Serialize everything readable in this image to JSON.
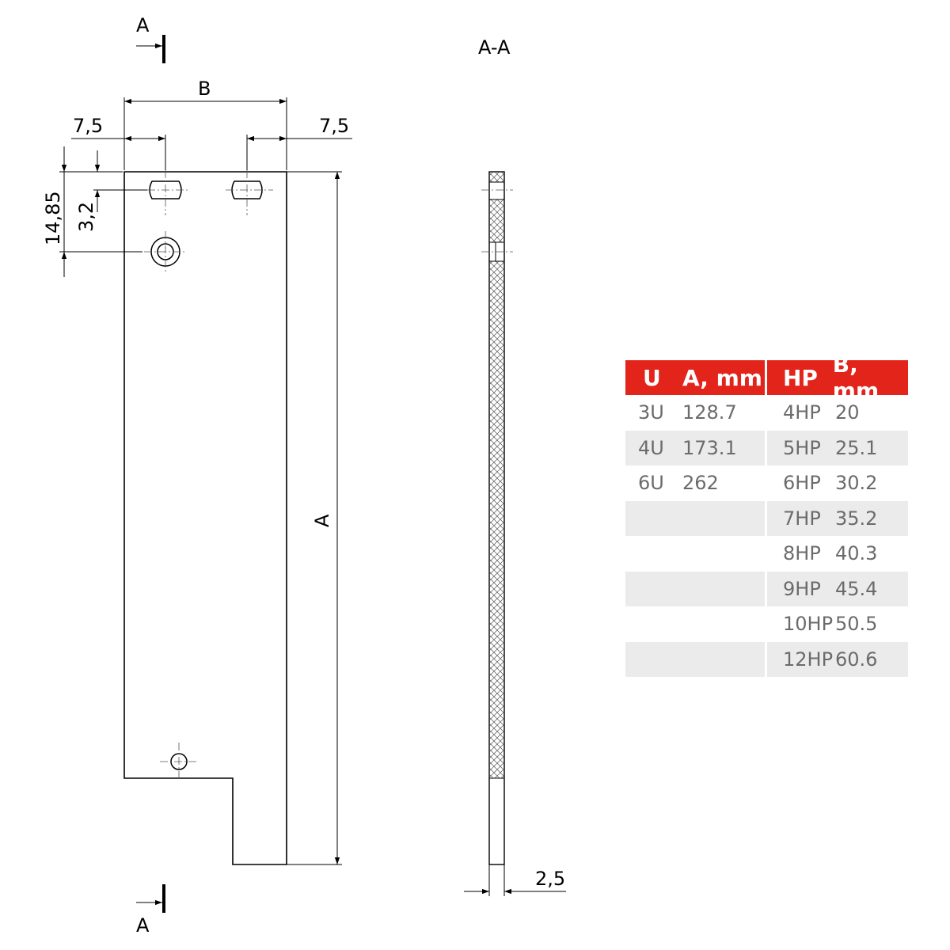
{
  "section": {
    "view_title": "A-A",
    "marker_top": "A",
    "marker_bottom": "A"
  },
  "dimensions": {
    "width_label": "B",
    "height_label": "A",
    "left_offset": "7,5",
    "right_offset": "7,5",
    "hole_distance": "14,85",
    "slot_offset": "3,2",
    "thickness": "2,5"
  },
  "table": {
    "headers": {
      "u": "U",
      "a": "A, mm",
      "hp": "HP",
      "b": "B, mm"
    },
    "rows": [
      {
        "u": "3U",
        "a": "128.7",
        "hp": "4HP",
        "b": "20"
      },
      {
        "u": "4U",
        "a": "173.1",
        "hp": "5HP",
        "b": "25.1"
      },
      {
        "u": "6U",
        "a": "262",
        "hp": "6HP",
        "b": "30.2"
      },
      {
        "u": "",
        "a": "",
        "hp": "7HP",
        "b": "35.2"
      },
      {
        "u": "",
        "a": "",
        "hp": "8HP",
        "b": "40.3"
      },
      {
        "u": "",
        "a": "",
        "hp": "9HP",
        "b": "45.4"
      },
      {
        "u": "",
        "a": "",
        "hp": "10HP",
        "b": "50.5"
      },
      {
        "u": "",
        "a": "",
        "hp": "12HP",
        "b": "60.6"
      }
    ]
  }
}
